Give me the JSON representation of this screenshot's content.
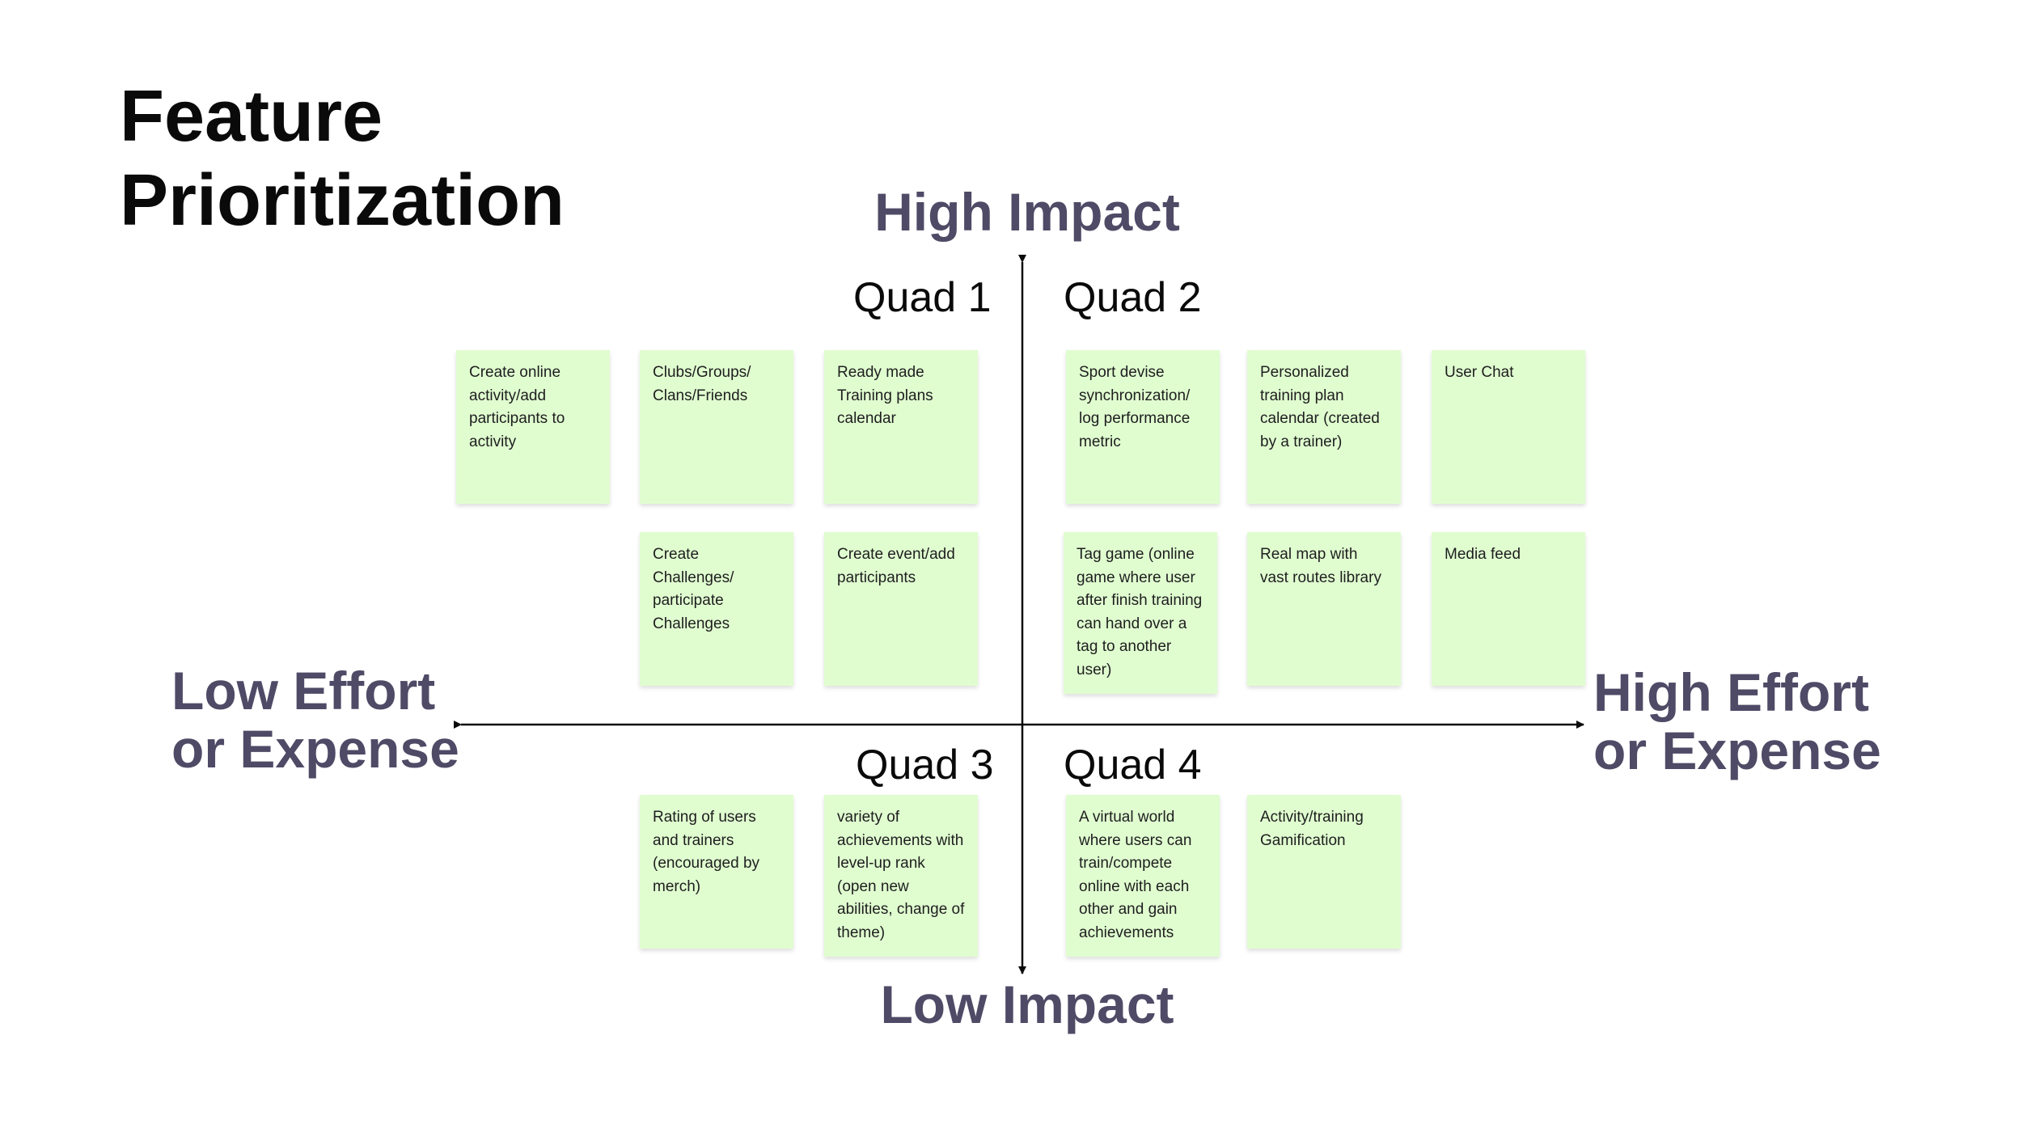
{
  "title": "Feature Prioritization",
  "axes": {
    "top": "High Impact",
    "bottom": "Low Impact",
    "left": "Low Effort or Expense",
    "right": "High Effort or Expense"
  },
  "quadrants": {
    "q1": "Quad 1",
    "q2": "Quad 2",
    "q3": "Quad 3",
    "q4": "Quad 4"
  },
  "notes": {
    "q1": [
      "Create online activity/add participants to activity",
      "Clubs/Groups/ Clans/Friends",
      "Ready made Training plans calendar",
      "Create Challenges/ participate Challenges",
      "Create event/add participants"
    ],
    "q2": [
      "Sport devise synchronization/ log performance metric",
      "Personalized training plan calendar (created by a trainer)",
      "User Chat",
      "Tag game (online game where user after finish training can hand over a tag to another user)",
      "Real map with vast routes library",
      "Media feed"
    ],
    "q3": [
      "Rating of users and trainers (encouraged by merch)",
      "variety of achievements with level-up rank (open new abilities, change of theme)"
    ],
    "q4": [
      "A virtual world where users can train/compete online with each other and gain achievements",
      "Activity/training Gamification"
    ]
  },
  "colors": {
    "note_bg": "#e0fdd0",
    "axis_label": "#4f4a66",
    "axis_line": "#0a0a0a"
  }
}
